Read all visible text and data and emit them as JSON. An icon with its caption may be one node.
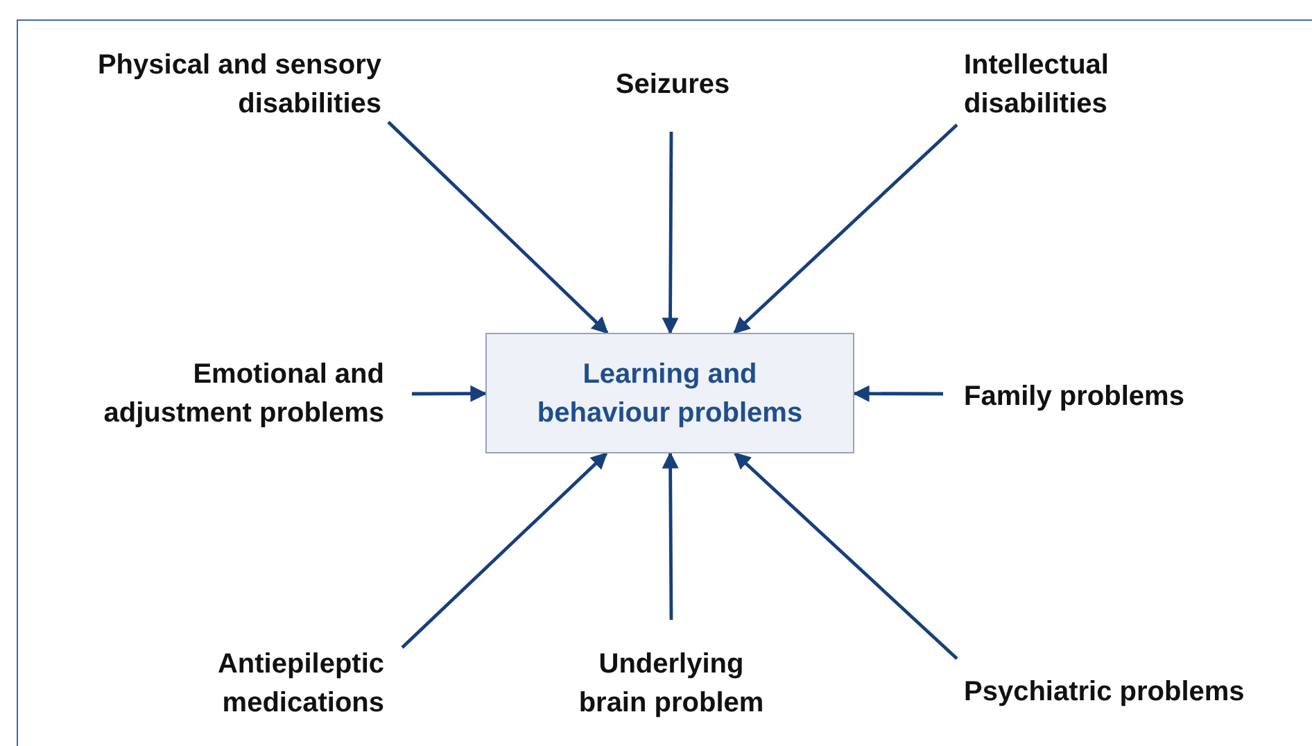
{
  "diagram": {
    "nodes": [
      {
        "text": [
          "Learning and behaviour problems"
        ]
      },
      {
        "text": [
          "Physical and sensory disabilities"
        ]
      },
      {
        "text": [
          "Seizures"
        ]
      },
      {
        "text": [
          "Intellectual disabilities"
        ]
      },
      {
        "text": [
          "Emotional and adjustment problems"
        ]
      },
      {
        "text": [
          "Family problems"
        ]
      },
      {
        "text": [
          "Antiepileptic medications"
        ]
      },
      {
        "text": [
          "Underlying brain problem"
        ]
      },
      {
        "text": [
          "Psychiatric problems"
        ]
      }
    ],
    "edges": [
      {
        "from": 1,
        "to": 0,
        "arrow": "to"
      },
      {
        "from": 2,
        "to": 0,
        "arrow": "to"
      },
      {
        "from": 3,
        "to": 0,
        "arrow": "to"
      },
      {
        "from": 4,
        "to": 0,
        "arrow": "to"
      },
      {
        "from": 5,
        "to": 0,
        "arrow": "to"
      },
      {
        "from": 6,
        "to": 0,
        "arrow": "to"
      },
      {
        "from": 7,
        "to": 0,
        "arrow": "to"
      },
      {
        "from": 8,
        "to": 0,
        "arrow": "to"
      }
    ]
  }
}
